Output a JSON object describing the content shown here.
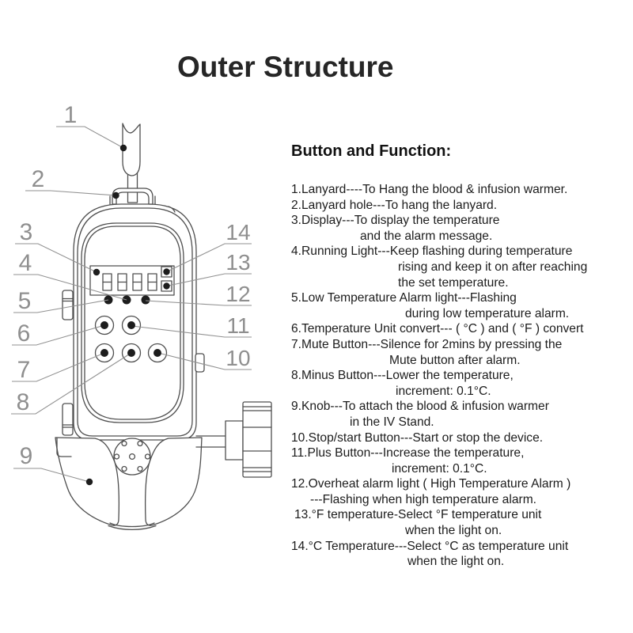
{
  "title": "Outer Structure",
  "panel": {
    "heading": "Button and Function:",
    "lines": [
      "1.Lanyard----To Hang the blood & infusion warmer.",
      "2.Lanyard hole---To hang the lanyard.",
      "3.Display---To display the temperature",
      "and the alarm message.",
      "4.Running Light---Keep flashing during temperature",
      "rising and keep it on after reaching",
      "the set temperature.",
      "5.Low Temperature Alarm light---Flashing",
      "during low temperature alarm.",
      "6.Temperature Unit convert--- ( °C ) and  ( °F ) convert",
      "7.Mute Button---Silence for 2mins by pressing the",
      "Mute button after alarm.",
      "8.Minus Button---Lower the temperature,",
      "increment: 0.1°C.",
      "9.Knob---To attach the blood & infusion warmer",
      "in the IV Stand.",
      "10.Stop/start Button---Start or stop the device.",
      "11.Plus Button---Increase the temperature,",
      "increment: 0.1°C.",
      "12.Overheat alarm light ( High Temperature Alarm )",
      "---Flashing when high temperature alarm.",
      "13.°F temperature-Select °F temperature unit",
      "when the light on.",
      "14.°C Temperature---Select °C as temperature unit",
      "when the light on."
    ]
  },
  "diagram": {
    "labels": [
      "1",
      "2",
      "3",
      "4",
      "5",
      "6",
      "7",
      "8",
      "9",
      "14",
      "13",
      "12",
      "11",
      "10"
    ],
    "colors": {
      "outline": "#4f4f4f",
      "callout": "#929292",
      "dot": "#1d1d1d",
      "background": "#ffffff"
    }
  }
}
